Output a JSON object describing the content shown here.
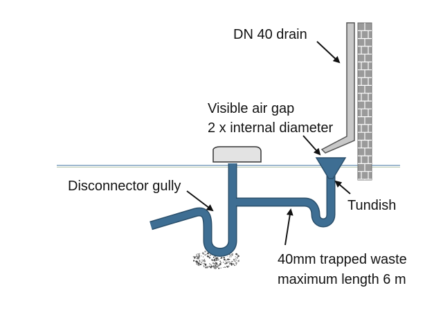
{
  "labels": {
    "drain": "DN 40 drain",
    "air_gap_line1": "Visible air gap",
    "air_gap_line2": "2 x internal diameter",
    "gully": "Disconnector gully",
    "tundish": "Tundish",
    "waste_line1": "40mm trapped waste",
    "waste_line2": "maximum length 6 m"
  },
  "colors": {
    "pipe": "#3e6e93",
    "pipe_edge": "#2a4f6b",
    "drain_pipe": "#c9c9c9",
    "drain_edge": "#555555",
    "wall_fill": "#9a9a9a",
    "wall_mortar": "#ffffff",
    "ground_line": "#9db7cf",
    "gully_grate": "#e3e3e3",
    "gravel": "#555555",
    "text": "#111111"
  },
  "icons": {
    "arrow": "arrow-head"
  }
}
